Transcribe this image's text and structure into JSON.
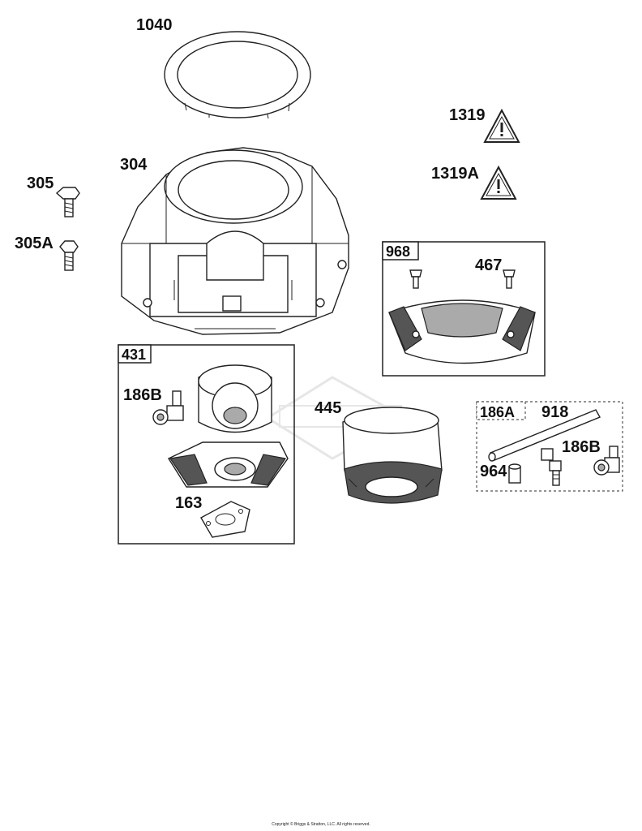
{
  "labels": {
    "p1040": "1040",
    "p1319": "1319",
    "p1319a": "1319A",
    "p304": "304",
    "p305": "305",
    "p305a": "305A",
    "p968": "968",
    "p467": "467",
    "p431": "431",
    "p186b_a": "186B",
    "p445": "445",
    "p163": "163",
    "p186a": "186A",
    "p918": "918",
    "p186b_b": "186B",
    "p964": "964"
  },
  "footer": {
    "copyright": "Copyright © Briggs & Stratton, LLC. All rights reserved."
  }
}
